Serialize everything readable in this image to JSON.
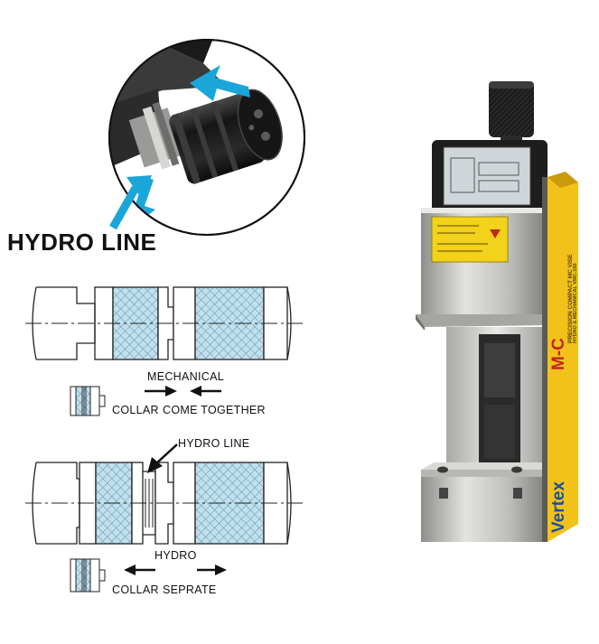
{
  "hydro_line_heading": "HYDRO LINE",
  "mechanical_diagram": {
    "mode_label": "MECHANICAL",
    "collar_label": "COLLAR",
    "action_label": "COME TOGETHER"
  },
  "hydro_diagram": {
    "callout_label": "HYDRO LINE",
    "mode_label": "HYDRO",
    "collar_label": "COLLAR",
    "action_label": "SEPRATE"
  },
  "product_photo": {
    "brand": "Vertex",
    "model": "M-C",
    "side_text": "PRECISION COMPACT MC VISE",
    "side_subtext": "HYDRO & MECHANICAL  VMC-100"
  },
  "colors": {
    "hatch_fill": "#bfe0ee",
    "hatch_line": "#6a8fa0",
    "arrow_cyan": "#1aa6d9",
    "vise_steel": "#c9c9c6",
    "label_yellow": "#f2c21a"
  }
}
